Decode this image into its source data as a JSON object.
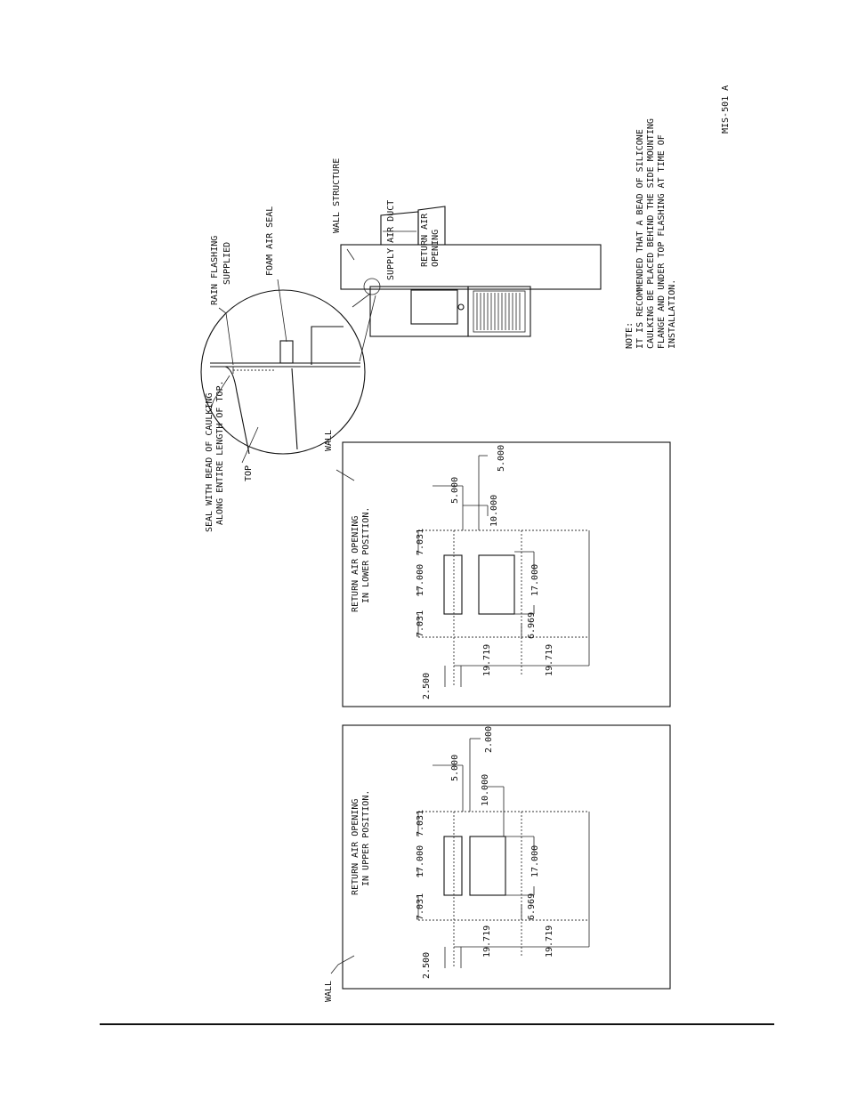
{
  "drawing_id": "MIS-501 A",
  "detail": {
    "rain_flashing": "RAIN FLASHING",
    "rain_flashing_2": "SUPPLIED",
    "foam_seal": "FOAM AIR SEAL",
    "caulk_1": "SEAL WITH BEAD OF CAULKING",
    "caulk_2": "ALONG ENTIRE LENGTH OF TOP.",
    "top": "TOP",
    "wall": "WALL"
  },
  "side_view": {
    "wall_structure": "WALL STRUCTURE",
    "supply_duct": "SUPPLY AIR DUCT",
    "return_1": "RETURN AIR",
    "return_2": "OPENING"
  },
  "note": {
    "title": "NOTE:",
    "lines": [
      "IT IS RECOMMENDED THAT A BEAD OF SILICONE",
      "CAULKING BE PLACED BEHIND THE SIDE MOUNTING",
      "FLANGE AND UNDER TOP FLASHING AT TIME OF",
      "INSTALLATION."
    ]
  },
  "lower_panel": {
    "title_1": "RETURN AIR OPENING",
    "title_2": "IN LOWER POSITION.",
    "dims": {
      "a": "7.031",
      "b": "17.000",
      "c": "7.031",
      "d": "2.500",
      "e": "5.000",
      "f": "10.000",
      "g": "5.000",
      "h": "17.000",
      "i": "6.969",
      "j": "19.719",
      "k": "19.719"
    }
  },
  "upper_panel": {
    "title_1": "RETURN AIR OPENING",
    "title_2": "IN UPPER POSITION.",
    "wall": "WALL",
    "dims": {
      "a": "7.031",
      "b": "17.000",
      "c": "7.031",
      "d": "2.500",
      "e": "5.000",
      "f": "10.000",
      "g": "2.000",
      "h": "17.000",
      "i": "6.969",
      "j": "19.719",
      "k": "19.719"
    }
  }
}
